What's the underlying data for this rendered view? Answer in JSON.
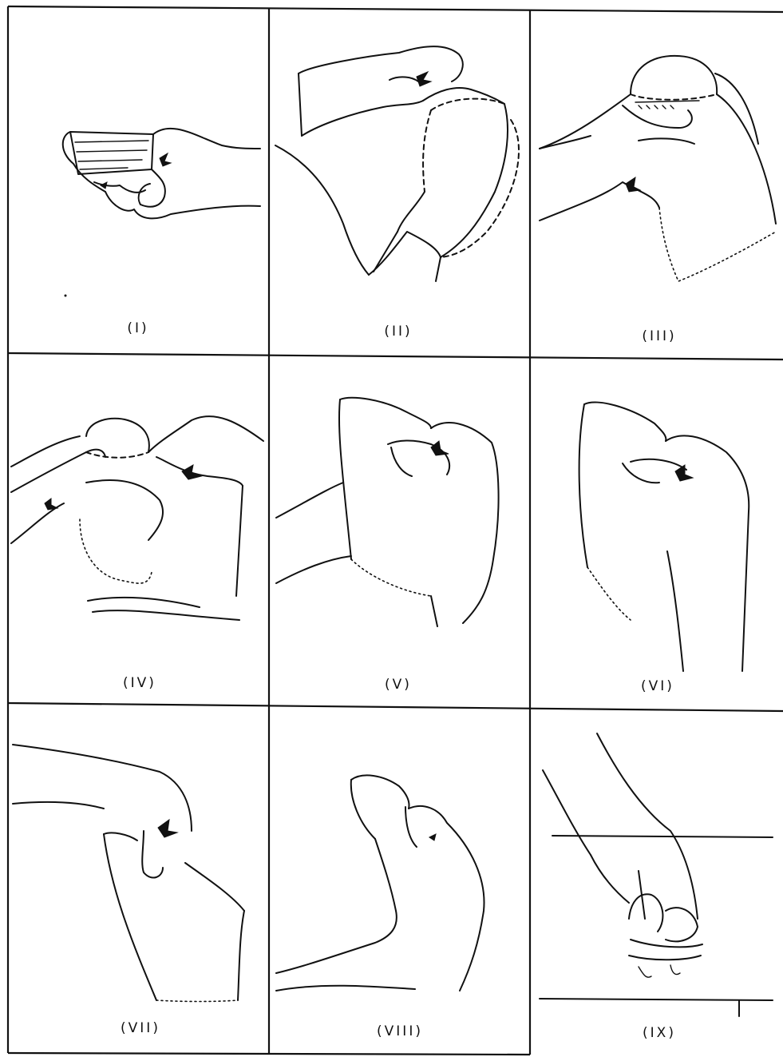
{
  "panels": [
    {
      "id": "p1",
      "label": "(I)"
    },
    {
      "id": "p2",
      "label": "(II)"
    },
    {
      "id": "p3",
      "label": "(III)"
    },
    {
      "id": "p4",
      "label": "(IV)"
    },
    {
      "id": "p5",
      "label": "(V)"
    },
    {
      "id": "p6",
      "label": "(VI)"
    },
    {
      "id": "p7",
      "label": "(VII)"
    },
    {
      "id": "p8",
      "label": "(VIII)"
    },
    {
      "id": "p9",
      "label": "(IX)"
    }
  ]
}
